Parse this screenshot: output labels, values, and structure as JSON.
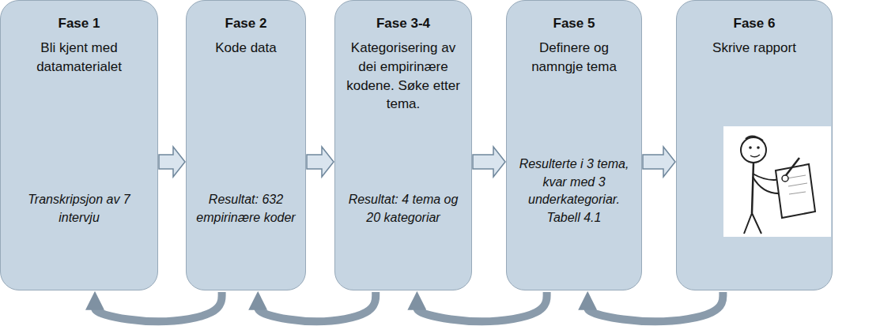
{
  "diagram": {
    "nodes": [
      {
        "text": [
          "Fase 1",
          "Bli kjent med datamaterialet",
          "Transkripsjon av 7 intervju"
        ]
      },
      {
        "text": [
          "Fase 2",
          "Kode data",
          "Resultat: 632 empirinære koder"
        ]
      },
      {
        "text": [
          "Fase 3-4",
          "Kategorisering av dei empirinære kodene. Søke etter tema.",
          "Resultat: 4 tema og 20 kategoriar"
        ]
      },
      {
        "text": [
          "Fase 5",
          "Definere og namngje tema",
          "Resulterte i 3 tema, kvar med 3 underkategoriar. Tabell 4.1"
        ]
      },
      {
        "text": [
          "Fase 6",
          "Skrive rapport"
        ]
      }
    ],
    "edges": [
      {
        "from": 0,
        "to": 1,
        "arrow": "to"
      },
      {
        "from": 1,
        "to": 2,
        "arrow": "to"
      },
      {
        "from": 2,
        "to": 3,
        "arrow": "to"
      },
      {
        "from": 3,
        "to": 4,
        "arrow": "to"
      },
      {
        "from": 1,
        "to": 0,
        "arrow": "to"
      },
      {
        "from": 2,
        "to": 1,
        "arrow": "to"
      },
      {
        "from": 3,
        "to": 2,
        "arrow": "to"
      },
      {
        "from": 4,
        "to": 3,
        "arrow": "to"
      }
    ]
  }
}
